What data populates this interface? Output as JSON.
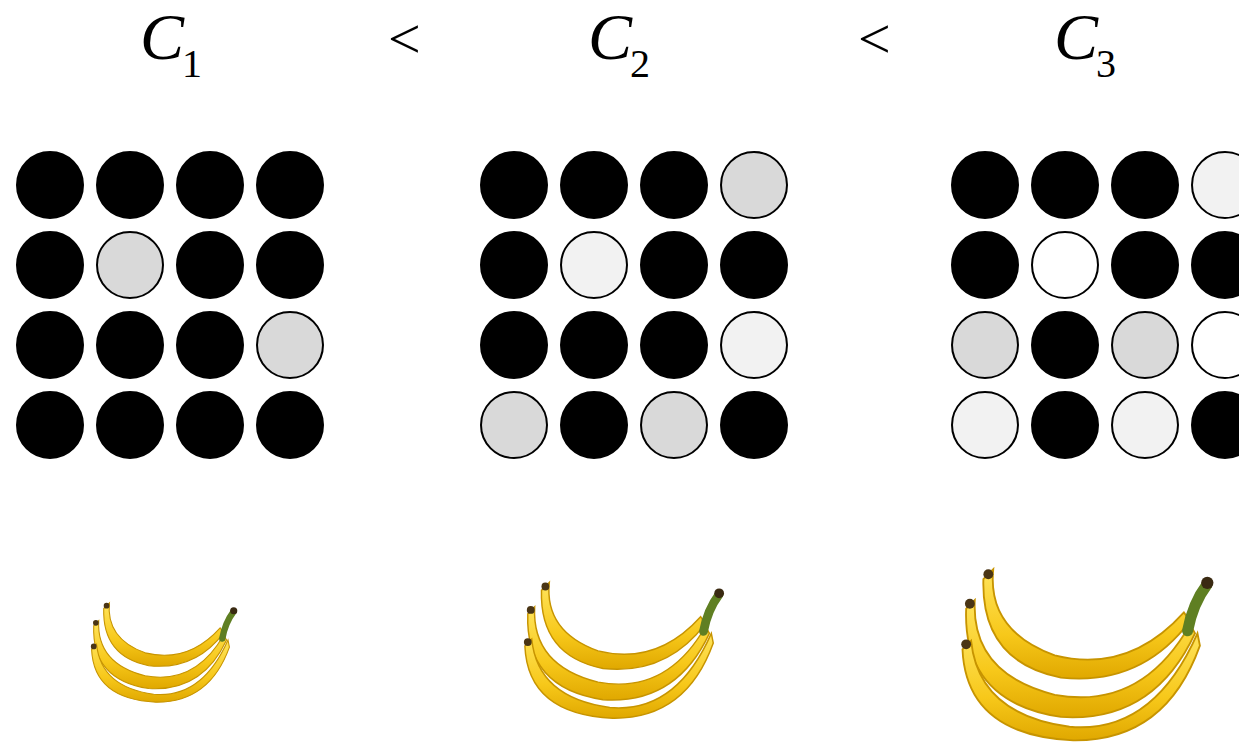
{
  "diagram": {
    "labels": [
      "C",
      "1",
      "<",
      "C",
      "2",
      "<",
      "C",
      "3"
    ]
  }
}
